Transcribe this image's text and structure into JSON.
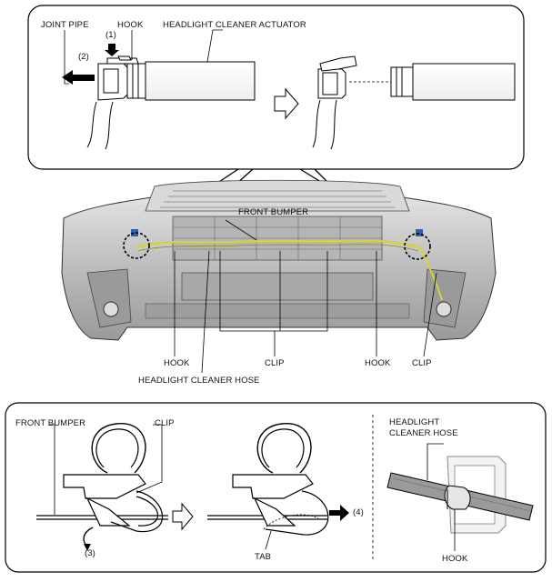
{
  "top_panel": {
    "labels": {
      "joint_pipe": "JOINT PIPE",
      "hook": "HOOK",
      "actuator": "HEADLIGHT CLEANER ACTUATOR",
      "step1": "(1)",
      "step2": "(2)"
    }
  },
  "middle": {
    "labels": {
      "front_bumper": "FRONT BUMPER",
      "hook_left": "HOOK",
      "clip_center": "CLIP",
      "hook_right": "HOOK",
      "clip_right": "CLIP",
      "hose": "HEADLIGHT CLEANER HOSE"
    }
  },
  "bottom_panel": {
    "labels": {
      "front_bumper": "FRONT BUMPER",
      "clip": "CLIP",
      "step3": "(3)",
      "step4": "(4)",
      "tab": "TAB",
      "hose_line1": "HEADLIGHT",
      "hose_line2": "CLEANER HOSE",
      "hook": "HOOK"
    }
  },
  "colors": {
    "outline": "#000000",
    "bumper_gray": "#c9c9c9",
    "hose_yellow": "#d7d23a",
    "marker_blue": "#2f5fb0"
  }
}
